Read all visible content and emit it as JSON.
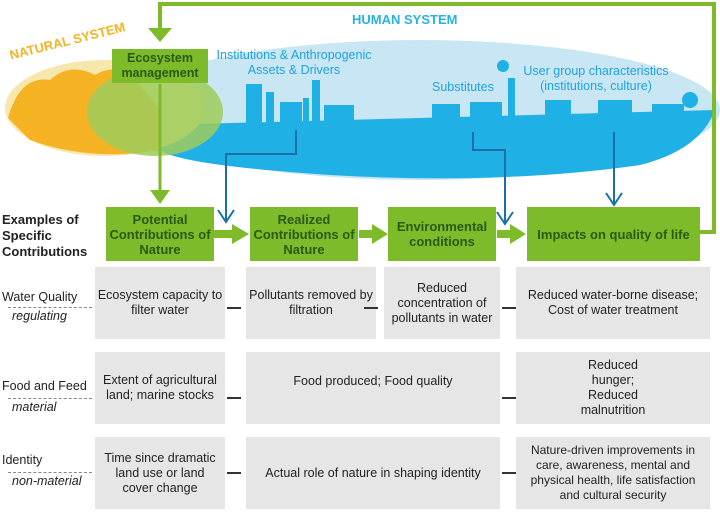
{
  "top": {
    "natural_system": "NATURAL SYSTEM",
    "human_system": "HUMAN SYSTEM",
    "ecosystem_management": "Ecosystem management",
    "institutions": "Institutions & Anthropogenic Assets & Drivers",
    "substitutes": "Substitutes",
    "user_group": "User group characteristics (institutions, culture)"
  },
  "examples_heading": "Examples of Specific Contributions",
  "flow": [
    {
      "label": "Potential Contributions of Nature"
    },
    {
      "label": "Realized Contributions of Nature"
    },
    {
      "label": "Environmental conditions"
    },
    {
      "label": "Impacts on quality of life"
    }
  ],
  "rows": [
    {
      "name": "Water Quality",
      "category": "regulating",
      "cells": [
        "Ecosystem capacity to filter water",
        "Pollutants removed by filtration",
        "Reduced concentration of pollutants in water",
        "Reduced water-borne disease; Cost of water treatment"
      ]
    },
    {
      "name": "Food and Feed",
      "category": "material",
      "cells": [
        "Extent of agricultural land; marine stocks",
        "Food produced; Food quality",
        "Reduced hunger; Reduced malnutrition"
      ]
    },
    {
      "name": "Identity",
      "category": "non-material",
      "cells": [
        "Time since dramatic land use or land cover change",
        "Actual role of nature in shaping identity",
        "Nature-driven improvements in care, awareness, mental and physical health, life satisfaction and cultural security"
      ]
    }
  ],
  "colors": {
    "green": "#7dbb2a",
    "dark_green": "#2b5a12",
    "blue": "#2ab1e4",
    "arrow_blue": "#1a6fa8",
    "orange": "#f5b323",
    "grey": "#e6e6e6"
  }
}
